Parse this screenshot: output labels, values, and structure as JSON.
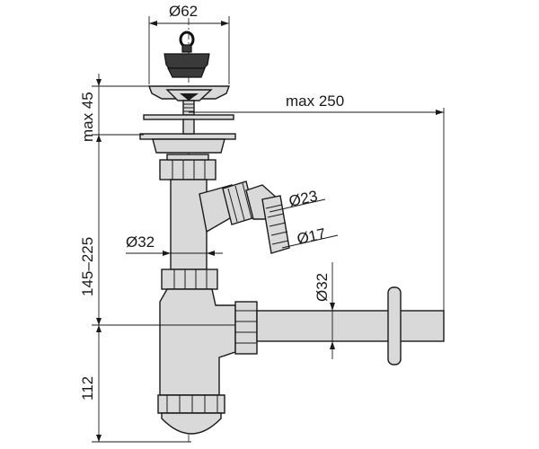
{
  "labels": {
    "strainer_diameter": "Ø62",
    "max_height": "max 45",
    "max_length": "max 250",
    "adjustable_height": "145–225",
    "trap_depth": "112",
    "tube_diameter": "Ø32",
    "outlet_diameter": "Ø32",
    "hose_large": "Ø23",
    "hose_small": "Ø17"
  },
  "colors": {
    "line": "#1a1a1a",
    "part_fill": "#d9d9d9",
    "plug_fill": "#3a3a3a"
  }
}
